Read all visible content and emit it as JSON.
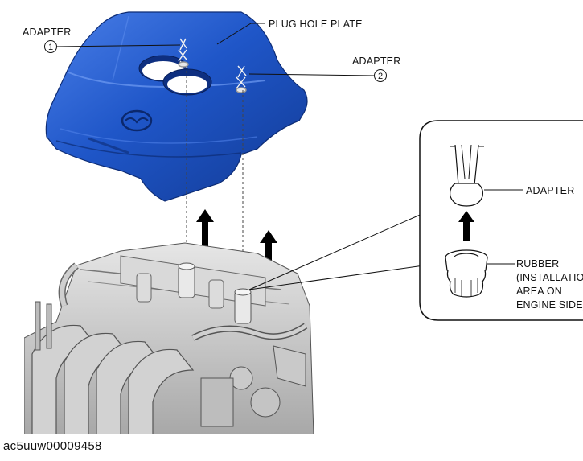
{
  "labels": {
    "adapter_left": "ADAPTER",
    "adapter_right": "ADAPTER",
    "plug_hole_plate": "PLUG HOLE PLATE",
    "callout_1": "1",
    "callout_2": "2",
    "detail_adapter": "ADAPTER",
    "rubber_lines": [
      "RUBBER",
      "(INSTALLATION",
      "AREA ON",
      "ENGINE SIDE)"
    ]
  },
  "figure_id": "ac5uuw00009458",
  "colors": {
    "cover_blue": "#1f56c8",
    "cover_blue_dark": "#123a94",
    "cover_highlight": "#5f8ff0",
    "engine_grey": "#cfcfcf",
    "engine_dark": "#7a7a7a",
    "line": "#111111"
  }
}
